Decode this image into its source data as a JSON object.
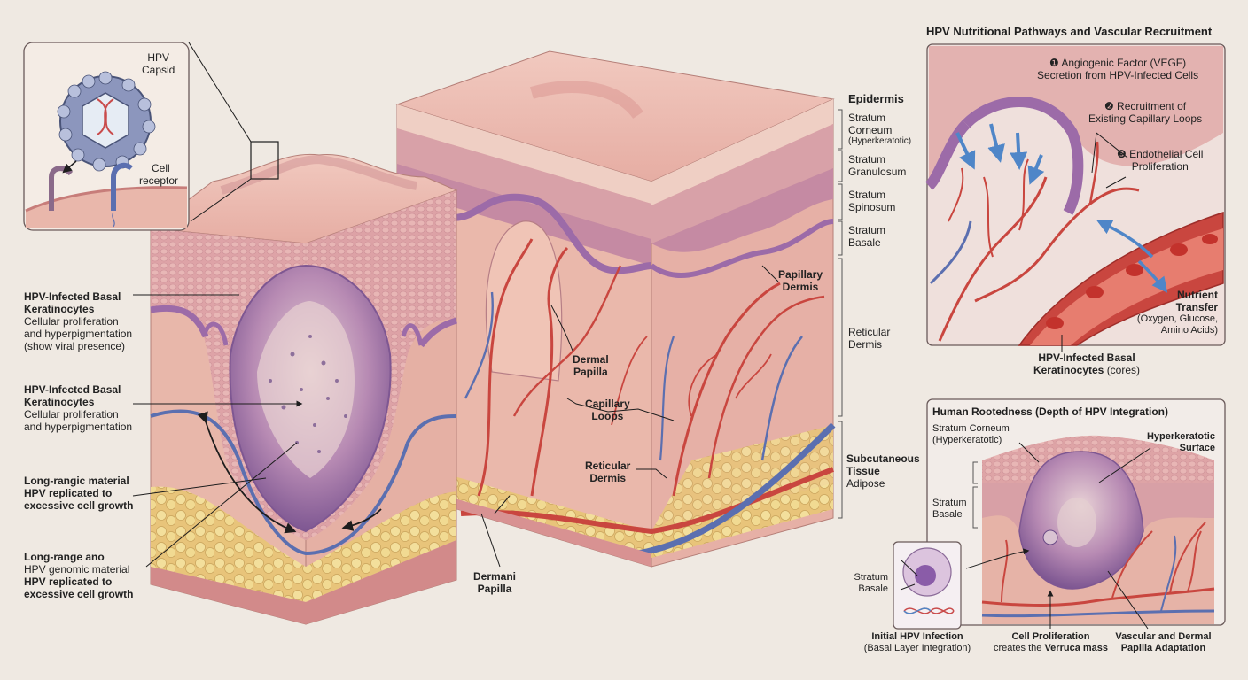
{
  "inset_virus": {
    "hpv_capsid": [
      "HPV",
      "Capsid"
    ],
    "cell_receptor": [
      "Cell",
      "receptor"
    ]
  },
  "left_block": {
    "hpv_infected_1": {
      "title": [
        "HPV-Infected Basal",
        "Keratinocytes"
      ],
      "body": [
        "Cellular proliferation",
        "and hyperpigmentation",
        "(show viral presence)"
      ]
    },
    "hpv_infected_2": {
      "title": [
        "HPV-Infected Basal",
        "Keratinocytes"
      ],
      "body": [
        "Cellular proliferation",
        "and hyperpigmentation"
      ]
    },
    "long_range_1": [
      "Long-rangic material",
      "HPV replicated to",
      "excessive cell growth"
    ],
    "long_range_2": {
      "line1": "Long-range ano",
      "line2": "HPV genomic material",
      "line3": "HPV replicated to",
      "line4": "excessive cell growth"
    }
  },
  "center_block": {
    "dermal_papilla": [
      "Dermal",
      "Papilla"
    ],
    "capillary_loops": [
      "Capillary",
      "Loops"
    ],
    "reticular_dermis": [
      "Reticular",
      "Dermis"
    ],
    "dermani_papilla": [
      "Dermani",
      "Papilla"
    ],
    "papillary_dermis": [
      "Papillary",
      "Dermis"
    ]
  },
  "layers": {
    "epidermis": "Epidermis",
    "stratum_corneum": [
      "Stratum",
      "Corneum",
      "(Hyperkeratotic)"
    ],
    "stratum_granulosum": [
      "Stratum",
      "Granulosum"
    ],
    "stratum_spinosum": [
      "Stratum",
      "Spinosum"
    ],
    "stratum_basale": [
      "Stratum",
      "Basale"
    ],
    "reticular_dermis": [
      "Reticular",
      "Dermis"
    ],
    "subcutaneous": [
      "Subcutaneous",
      "Tissue"
    ],
    "adipose": "Adipose"
  },
  "nutrition_panel": {
    "title": "HPV Nutritional Pathways and Vascular Recruitment",
    "step1": [
      "❶ Angiogenic Factor (VEGF)",
      "Secretion from HPV-Infected Cells"
    ],
    "step2": [
      "❷ Recruitment of",
      "Existing Capillary Loops"
    ],
    "step3": [
      "❸ Endothelial Cell",
      "Proliferation"
    ],
    "nutrient": {
      "title": [
        "Nutrient",
        "Transfer"
      ],
      "body": [
        "(Oxygen, Glucose,",
        "Amino Acids)"
      ]
    },
    "caption": {
      "bold": [
        "HPV-Infected Basal",
        "Keratinocytes"
      ],
      "normal": "(cores)"
    }
  },
  "rootedness_panel": {
    "title": "Human Rootedness (Depth of HPV Integration)",
    "stratum_corneum": [
      "Stratum Corneum",
      "(Hyperkeratotic)"
    ],
    "hyperkeratotic_surface": [
      "Hyperkeratotic",
      "Surface"
    ],
    "stratum_basale": [
      "Stratum",
      "Basale"
    ],
    "inset_stratum_basale": [
      "Stratum",
      "Basale"
    ],
    "initial_infection": {
      "title": "Initial HPV Infection",
      "body": "(Basal Layer Integration)"
    },
    "cell_proliferation": {
      "title": "Cell Proliferation",
      "body_prefix": "creates the ",
      "body_bold": "Verruca mass"
    },
    "vascular": [
      "Vascular and Dermal",
      "Papilla Adaptation"
    ]
  },
  "colors": {
    "skin": "#e9b9ae",
    "epidermis": "#d79aa3",
    "basal": "#9c6ba8",
    "artery": "#c9463f",
    "vein": "#5b6fb0",
    "fat": "#efd98a"
  }
}
